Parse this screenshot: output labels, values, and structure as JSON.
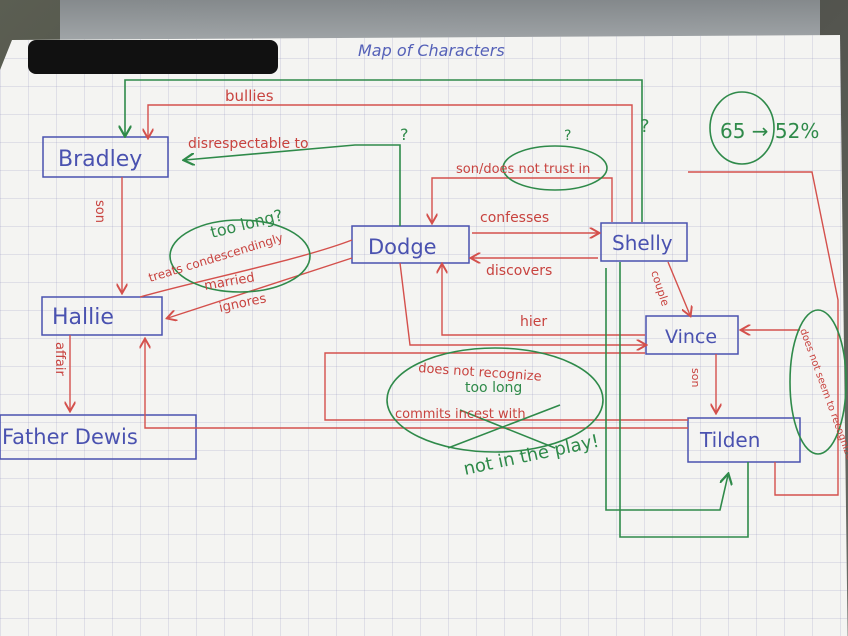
{
  "title": "Map of Characters",
  "characters": {
    "bradley": "Bradley",
    "halie": "Hallie",
    "father_dewis": "Father Dewis",
    "dodge": "Dodge",
    "shelly": "Shelly",
    "vince": "Vince",
    "tilden": "Tilden"
  },
  "relations": {
    "bullies": "bullies",
    "disrespectable_to": "disrespectable to",
    "son_bradley": "son",
    "treats_condescendingly": "treats condescendingly",
    "married": "married",
    "ignores": "ignores",
    "affair": "affair",
    "son_does_not_trust": "son/does not trust in",
    "confesses": "confesses",
    "discovers": "discovers",
    "heir": "hier",
    "couple": "couple",
    "son_vince": "son",
    "does_not_recognize": "does not recognize",
    "commits_incest_with": "commits incest with",
    "does_not_seem_to_recognize": "does not seem to recognize"
  },
  "annotations": {
    "too_long_1": "too long?",
    "too_long_2": "too long",
    "not_in_play": "not in the play!",
    "score": "65 → 52%",
    "question_1": "?",
    "question_2": "?",
    "question_3": "?"
  }
}
